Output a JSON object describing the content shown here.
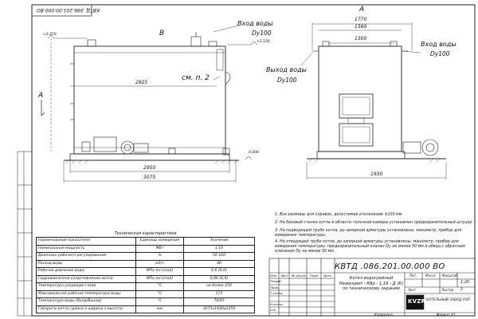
{
  "stamp": {
    "rotated_code": "КВТД .086.201.00.000  ВО"
  },
  "front_view": {
    "label_b": "В",
    "label_a": "А",
    "level_top": "+2,250",
    "level_right": "+2,130",
    "water_in": "Вход воды",
    "water_in_dn": "Dy100",
    "ref_note": "см. п. 2",
    "dim_inner": "2825",
    "dim_middle": "2950",
    "dim_overall": "3075",
    "level_zero": "0,000"
  },
  "side_view": {
    "label_a": "А",
    "dim_1770": "1770",
    "dim_1560": "1560",
    "dim_1300": "1300",
    "water_in": "Вход воды",
    "water_in_dn": "Dy100",
    "water_out": "Выход воды",
    "water_out_dn": "Dy100",
    "dim_width": "1930"
  },
  "specs": {
    "title": "Техническая характеристика",
    "headers": [
      "Наименование показателя",
      "Единицы измерения",
      "Значение"
    ],
    "rows": [
      [
        "Номинальная мощность",
        "МВт",
        "1,16"
      ],
      [
        "Диапазон рабочего регулирования",
        "%",
        "50-100"
      ],
      [
        "Расход воды",
        "м3/ч",
        "40"
      ],
      [
        "Рабочее давление воды",
        "МПа (кгс/см2)",
        "0,6 (6,0)"
      ],
      [
        "Гидравлическое сопротивление котла",
        "МПа (кгс/см2)",
        "0,06 (0,6)"
      ],
      [
        "Температура уходящих газов",
        "°С",
        "не более 250"
      ],
      [
        "Максимальная рабочая температура воды",
        "°С",
        "115"
      ],
      [
        "Температура воды (Вход/Выход)",
        "°С",
        "70/95"
      ],
      [
        "Габариты котла (длина х ширина х высота)",
        "мм",
        "3075х1930х2250"
      ]
    ]
  },
  "notes": [
    "1. Все размеры для справок, допустимое отклонение ±100 мм.",
    "2. На боковой стенке котла в области топочной камеры установлен предохранительный штуцер",
    "3. На подводящей трубе котла, до запорной арматуры установлены: манометр, прибор для измерения температуры.",
    "4. На отводящей трубе котла, до запорной арматуры установлены: манометр, прибор для измерения температуры, предохранительный клапан Dy не менее 50 мм и обвод с обратным клапаном Dy не менее 50 мм."
  ],
  "title_block": {
    "code": "КВТД .086.201.00.000  ВО",
    "name_line1": "Котел водогрейный",
    "name_line2": "Heatexpert - КВр - 1,16 - Д (К)",
    "name_line3": "по техническому заданию",
    "col_change": "Изм.",
    "col_list": "Лист",
    "col_doc": "№ докум.",
    "col_sign": "Подп.",
    "col_date": "Дата",
    "row_dev": "Разраб.",
    "row_check": "Пров.",
    "row_tkontr": "Т.контр.",
    "row_nkontr": "Н.контр.",
    "row_utv": "Утв.",
    "lit": "Лит.",
    "mass": "Масса",
    "scale_lbl": "Масштаб",
    "scale": "1:20",
    "sheet": "Лист",
    "sheets": "Листов",
    "sheets_val": "2",
    "logo": "KVZR",
    "company": "КОТЕЛЬНЫЙ ЗАВОД РЭП",
    "copied": "Копировал",
    "format": "Формат",
    "format_val": "А3"
  }
}
